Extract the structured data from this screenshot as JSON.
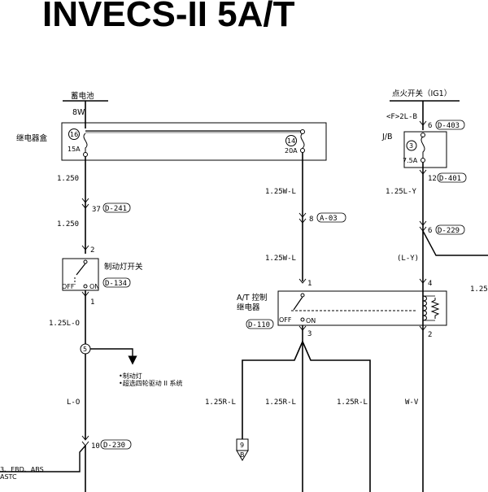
{
  "title": "INVECS-II 5A/T",
  "battery": {
    "label": "蓄电池",
    "code": "8W"
  },
  "relay_box": {
    "label": "继电器盒",
    "fuse16_num": "16",
    "fuse16_rating": "15A",
    "fuse14_num": "14",
    "fuse14_rating": "20A"
  },
  "ignition": {
    "label": "点火开关（IG1）",
    "code": "<F>2L-B",
    "pin6": "6",
    "conn_d403": "D-403"
  },
  "jb": {
    "label": "J/B",
    "fuse_num": "3",
    "fuse_rating": "7.5A",
    "pin12": "12",
    "conn_d401": "D-401"
  },
  "wires": {
    "w_1250_top": "1.250",
    "w_1250_mid": "1.250",
    "w_125w_l_top": "1.25W-L",
    "w_125w_l_mid": "1.25W-L",
    "w_125l_y": "1.25L-Y",
    "w_l_y": "(L-Y)",
    "w_125l_o": "1.25L-O",
    "w_l_o": "L-O",
    "w_125r_l_a": "1.25R-L",
    "w_125r_l_b": "1.25R-L",
    "w_125r_l_c": "1.25R-L",
    "w_w_v": "W-V",
    "w_125_right": "1.25"
  },
  "connectors": {
    "d241_pin": "37",
    "d241": "D-241",
    "a03_pin": "8",
    "a03": "A-03",
    "d229_pin": "6",
    "d229": "D-229",
    "d230_pin": "10",
    "d230": "D-230"
  },
  "brake_switch": {
    "label": "制动灯开关",
    "conn": "D-134",
    "pin_top": "2",
    "pin_bottom": "1",
    "off": "OFF",
    "on": "ON"
  },
  "at_relay": {
    "label1": "A/T 控制",
    "label2": "继电器",
    "conn": "D-110",
    "pin1": "1",
    "pin3": "3",
    "pin4": "4",
    "pin2": "2",
    "off": "OFF",
    "on": "ON"
  },
  "junction5": {
    "num": "5",
    "dest1": "•制动灯",
    "dest2": "•超选四轮驱动 II 系统"
  },
  "ground": {
    "num": "9"
  },
  "left_edge": {
    "line1": "3、EBD、ABS",
    "line2": "ASTC"
  }
}
